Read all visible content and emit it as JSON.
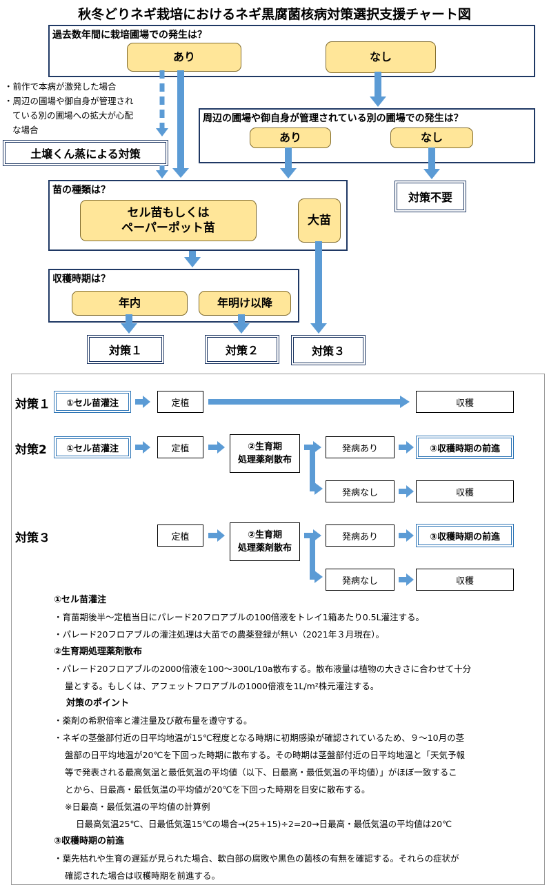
{
  "title": "秋冬どりネギ栽培におけるネギ黒腐菌核病対策選択支援チャート図",
  "q1": {
    "question": "過去数年間に栽培圃場での発生は？",
    "yes": "あり",
    "no": "なし"
  },
  "side_note": {
    "line1": "・前作で本病が激発した場合",
    "line2": "・周辺の圃場や御自身が管理され",
    "line3": "ている別の圃場への拡大が心配",
    "line4": "な場合"
  },
  "soil_fumigation": "土壌くん蒸による対策",
  "q2": {
    "question": "周辺の圃場や御自身が管理されている別の圃場での発生は？",
    "yes": "あり",
    "no": "なし"
  },
  "no_measure": "対策不要",
  "q3": {
    "question": "苗の種類は？",
    "cell_line1": "セル苗もしくは",
    "cell_line2": "ペーパーポット苗",
    "large": "大苗"
  },
  "q4": {
    "question": "収穫時期は？",
    "within_year": "年内",
    "after_new_year": "年明け以降"
  },
  "measures": {
    "m1": "対策１",
    "m2": "対策２",
    "m3": "対策３"
  },
  "flow": {
    "row1_label": "対策１",
    "row2_label": "対策2",
    "row3_label": "対策３",
    "cell_drench": "①セル苗灌注",
    "planting": "定植",
    "harvest": "収穫",
    "spray_line1": "②生育期",
    "spray_line2": "処理薬剤散布",
    "disease_yes": "発病あり",
    "disease_no": "発病なし",
    "advance_harvest": "③収穫時期の前進"
  },
  "notes": {
    "h1": "①セル苗灌注",
    "n1a": "・育苗期後半～定植当日にパレード20フロアブルの100倍液をトレイ1箱あたり0.5L灌注する。",
    "n1b": "・パレード20フロアブルの灌注処理は大苗での農薬登録が無い（2021年３月現在）。",
    "h2": "②生育期処理薬剤散布",
    "n2a": "・パレード20フロアブルの2000倍液を100～300L/10a散布する。散布液量は植物の大きさに合わせて十分",
    "n2b": "量とする。もしくは、アフェットフロアブルの1000倍液を1L/m²株元灌注する。",
    "h2sub": "対策のポイント",
    "p1": "・薬剤の希釈倍率と灌注量及び散布量を遵守する。",
    "p2a": "・ネギの茎盤部付近の日平均地温が15℃程度となる時期に初期感染が確認されているため、９～10月の茎",
    "p2b": "盤部の日平均地温が20℃を下回った時期に散布する。その時期は茎盤部付近の日平均地温と「天気予報",
    "p2c": "等で発表される最高気温と最低気温の平均値（以下、日最高・最低気温の平均値）」がほぼ一致するこ",
    "p2d": "とから、日最高・最低気温の平均値が20℃を下回った時期を目安に散布する。",
    "calc_h": "※日最高・最低気温の平均値の計算例",
    "calc": "日最高気温25℃、日最低気温15℃の場合→(25+15)÷2=20→日最高・最低気温の平均値は20℃",
    "h3": "③収穫時期の前進",
    "n3a": "・葉先枯れや生育の遅延が見られた場合、軟白部の腐敗や黒色の菌核の有無を確認する。それらの症状が",
    "n3b": "確認された場合は収穫時期を前進する。"
  },
  "colors": {
    "arrow": "#5b9bd5",
    "option_fill": "#ffe699",
    "frame": "#1f3864"
  }
}
